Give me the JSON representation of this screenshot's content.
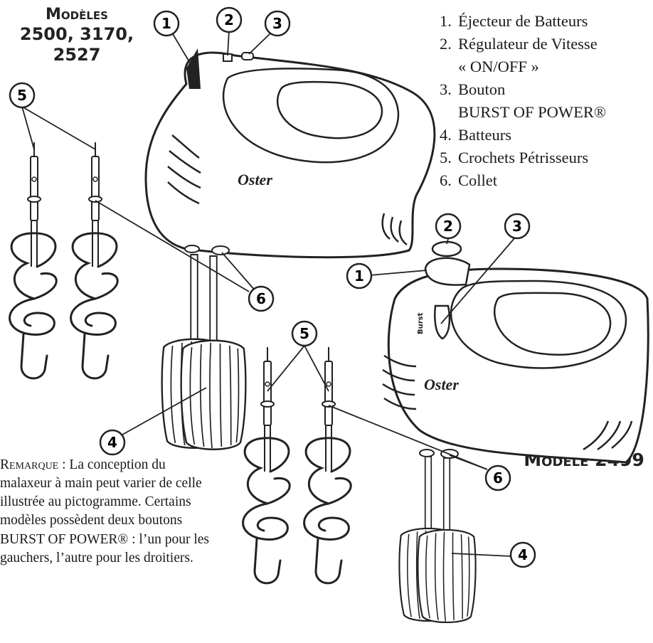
{
  "models_top": {
    "label": "Modèles",
    "numbers": "2500, 3170, 2527"
  },
  "model_bottom": "Modèle 2499",
  "brand": "Oster",
  "burst_button_text": "Burst",
  "legend": [
    {
      "num": "1.",
      "text": "Éjecteur de Batteurs",
      "line2": ""
    },
    {
      "num": "2.",
      "text": "Régulateur de Vitesse",
      "line2": "« ON/OFF »"
    },
    {
      "num": "3.",
      "text": "Bouton",
      "line2": "BURST OF POWER®"
    },
    {
      "num": "4.",
      "text": "Batteurs",
      "line2": ""
    },
    {
      "num": "5.",
      "text": "Crochets Pétrisseurs",
      "line2": ""
    },
    {
      "num": "6.",
      "text": "Collet",
      "line2": ""
    }
  ],
  "callout_numbers": [
    "1",
    "2",
    "3",
    "4",
    "5",
    "6"
  ],
  "note": {
    "head": "Remarque :",
    "body": "La conception du malaxeur à main peut varier de celle illustrée au pictogramme. Certains modèles possèdent deux boutons BURST OF POWER® : l’un pour les gauchers, l’autre pour les droitiers."
  }
}
